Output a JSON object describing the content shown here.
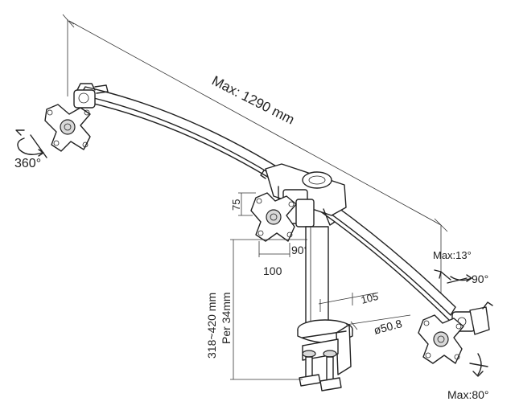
{
  "labels": {
    "max_length": "Max: 1290 mm",
    "rotation": "360°",
    "tilt_up": "Max:13°",
    "swivel_right": "90°",
    "swivel_center": "90°",
    "tilt_down": "Max:80°",
    "vesa_height": "75",
    "vesa_width": "100",
    "pole_height": "318~420 mm",
    "pole_spacing": "Per 34mm",
    "clamp_depth": "105",
    "pole_diameter": "ø50.8"
  }
}
